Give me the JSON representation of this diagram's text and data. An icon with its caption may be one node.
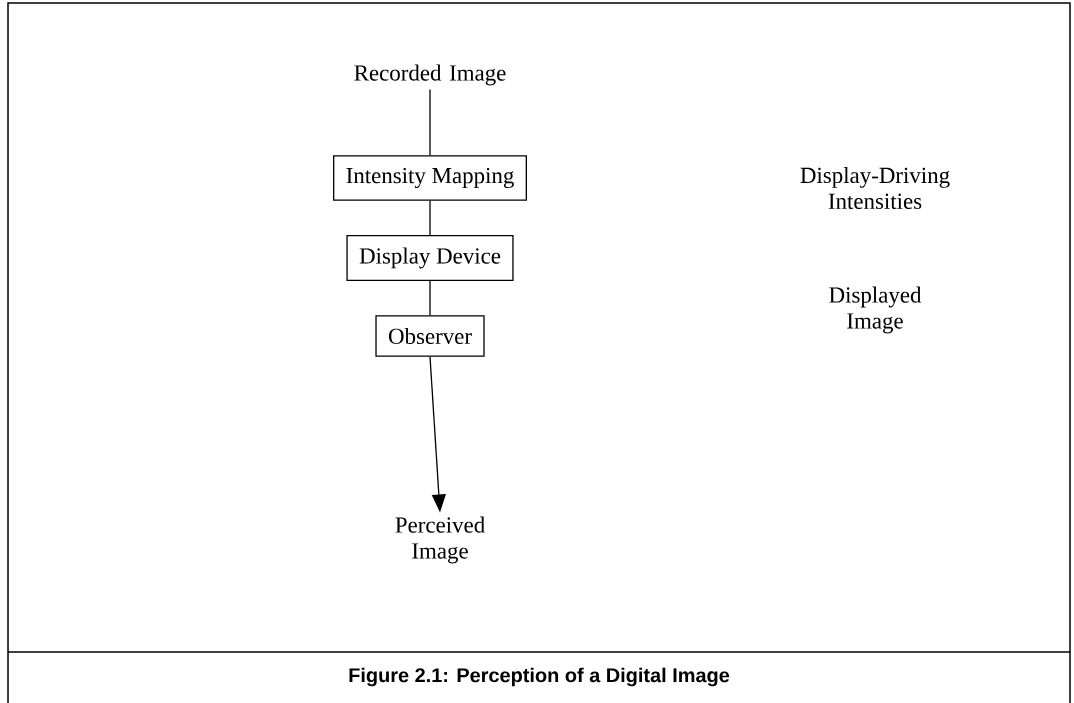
{
  "diagram": {
    "caption": "Figure 2.1: Perception of a Digital Image",
    "nodes": [
      {
        "text": [
          "Recorded Image"
        ]
      },
      {
        "text": [
          "Intensity Mapping"
        ]
      },
      {
        "text": [
          "Display Device"
        ]
      },
      {
        "text": [
          "Observer"
        ]
      },
      {
        "text": [
          "Perceived Image"
        ]
      }
    ],
    "edges": [
      {
        "from": 0,
        "to": 1,
        "arrow": "none"
      },
      {
        "from": 1,
        "to": 2,
        "arrow": "none"
      },
      {
        "from": 2,
        "to": 3,
        "arrow": "none"
      },
      {
        "from": 3,
        "to": 4,
        "arrow": "to"
      }
    ],
    "labels": [
      "Display-Driving Intensities",
      "Displayed Image"
    ]
  }
}
